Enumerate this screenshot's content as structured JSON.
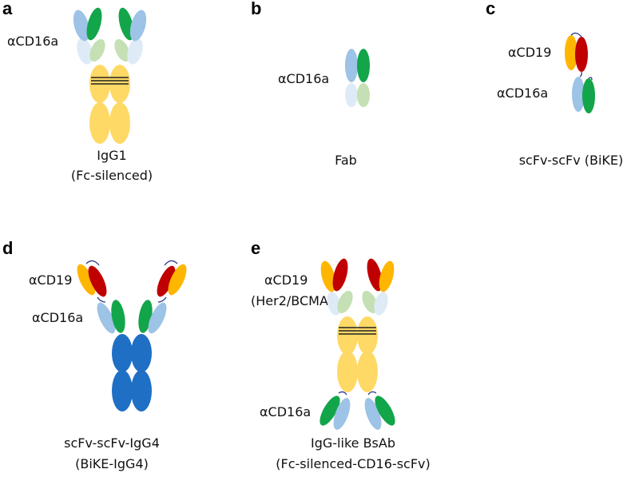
{
  "colors": {
    "light_blue": "#9dc3e6",
    "pale_blue": "#deebf7",
    "green": "#12a54a",
    "pale_green": "#c5e0b4",
    "gold": "#ffd966",
    "orange": "#ffb600",
    "red": "#c00000",
    "blue": "#1f6fc5"
  },
  "panels": {
    "a": {
      "letter": "a",
      "label": "αCD16a",
      "caption1": "IgG1",
      "caption2": "(Fc-silenced)"
    },
    "b": {
      "letter": "b",
      "label": "αCD16a",
      "caption1": "Fab"
    },
    "c": {
      "letter": "c",
      "label1": "αCD19",
      "label2": "αCD16a",
      "caption1": "scFv-scFv (BiKE)"
    },
    "d": {
      "letter": "d",
      "label1": "αCD19",
      "label2": "αCD16a",
      "caption1": "scFv-scFv-IgG4",
      "caption2": "(BiKE-IgG4)"
    },
    "e": {
      "letter": "e",
      "label1": "αCD19",
      "label1b": "(Her2/BCMA)",
      "label2": "αCD16a",
      "caption1": "IgG-like BsAb",
      "caption2": "(Fc-silenced-CD16-scFv)"
    }
  }
}
